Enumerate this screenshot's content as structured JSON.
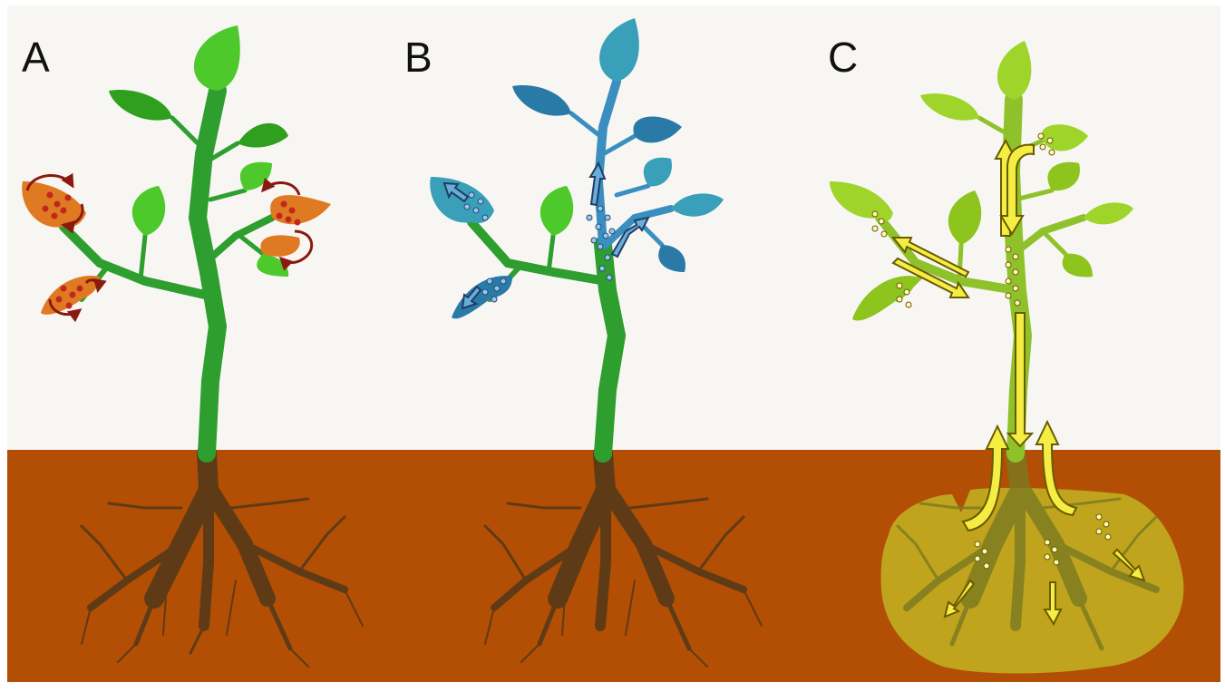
{
  "panels": [
    {
      "label": "A",
      "leaf_color": "#e07a22",
      "stem_color": "#2e9e2e",
      "marker_color": "#c0281e"
    },
    {
      "label": "B",
      "leaf_color": "#3a9fb8",
      "stem_color": "#2e9e2e",
      "marker_color": "#4a86c4"
    },
    {
      "label": "C",
      "leaf_color": "#9fd42a",
      "stem_color": "#8fc22a",
      "marker_color": "#f4ee44"
    }
  ],
  "colors": {
    "sky": "#f8f6f3",
    "soil": "#b24f04",
    "roots": "#5e3b16",
    "healthy_leaf": "#4ec92c",
    "root_zone": "#c0a41e"
  }
}
